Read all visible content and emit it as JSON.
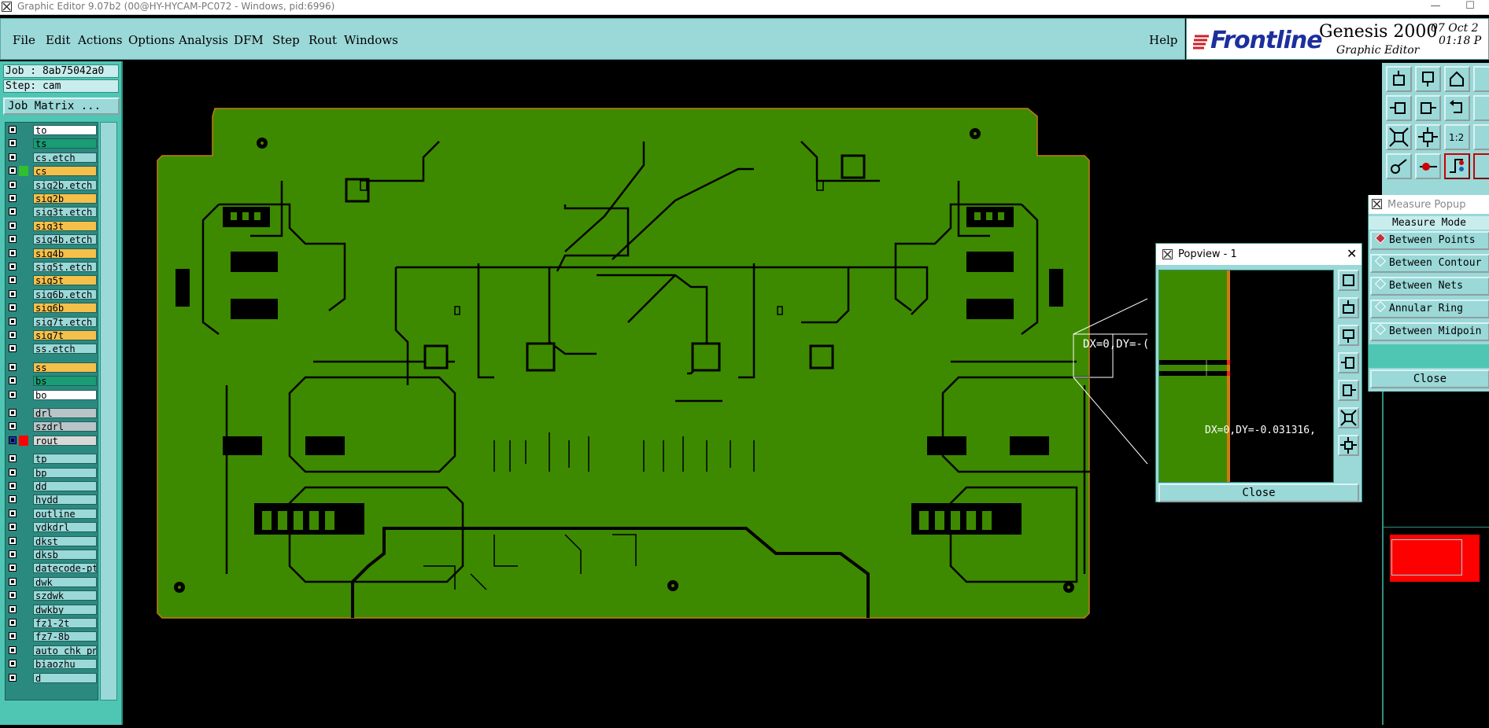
{
  "window": {
    "title": "Graphic Editor 9.07b2 (00@HY-HYCAM-PC072 - Windows, pid:6996)",
    "minimize": "—",
    "restore": "☐"
  },
  "menu": {
    "items": [
      "File",
      "Edit",
      "Actions",
      "Options",
      "Analysis",
      "DFM",
      "Step",
      "Rout",
      "Windows"
    ],
    "help": "Help"
  },
  "brand": {
    "logo": "Frontline",
    "product": "Genesis 2000",
    "subtitle": "Graphic Editor",
    "date": "07 Oct 2",
    "time": "01:18 P"
  },
  "left": {
    "job": "Job : 8ab75042a0",
    "step": "Step: cam",
    "job_matrix": "Job Matrix ..."
  },
  "layers": [
    {
      "name": "to",
      "color": "#ffffff",
      "state": "off"
    },
    {
      "name": "ts",
      "color": "#1a9c74",
      "state": "off"
    },
    {
      "name": "cs.etch",
      "color": "#9bd8d8",
      "state": "off"
    },
    {
      "name": "cs",
      "color": "#f5c04a",
      "state": "on",
      "swatch": "#2fbf2f"
    },
    {
      "name": "sig2b.etch",
      "color": "#9bd8d8",
      "state": "off"
    },
    {
      "name": "sig2b",
      "color": "#f5c04a",
      "state": "off"
    },
    {
      "name": "sig3t.etch",
      "color": "#9bd8d8",
      "state": "off"
    },
    {
      "name": "sig3t",
      "color": "#f5c04a",
      "state": "off"
    },
    {
      "name": "sig4b.etch",
      "color": "#9bd8d8",
      "state": "off"
    },
    {
      "name": "sig4b",
      "color": "#f5c04a",
      "state": "off"
    },
    {
      "name": "sig5t.etch",
      "color": "#9bd8d8",
      "state": "off"
    },
    {
      "name": "sig5t",
      "color": "#f5c04a",
      "state": "off"
    },
    {
      "name": "sig6b.etch",
      "color": "#9bd8d8",
      "state": "off"
    },
    {
      "name": "sig6b",
      "color": "#f5c04a",
      "state": "off"
    },
    {
      "name": "sig7t.etch",
      "color": "#9bd8d8",
      "state": "off"
    },
    {
      "name": "sig7t",
      "color": "#f5c04a",
      "state": "off"
    },
    {
      "name": "ss.etch",
      "color": "#9bd8d8",
      "state": "off"
    },
    {
      "name": "ss",
      "color": "#f5c04a",
      "state": "off",
      "gap": true
    },
    {
      "name": "bs",
      "color": "#1a9c74",
      "state": "off"
    },
    {
      "name": "bo",
      "color": "#ffffff",
      "state": "off"
    },
    {
      "name": "drl",
      "color": "#b8c4c8",
      "state": "off",
      "gap": true
    },
    {
      "name": "szdrl",
      "color": "#b8c4c8",
      "state": "off"
    },
    {
      "name": "rout",
      "color": "#d8d8d8",
      "state": "work",
      "swatch": "#ff0000"
    },
    {
      "name": "tp",
      "color": "#9bd8d8",
      "state": "off",
      "gap": true
    },
    {
      "name": "bp",
      "color": "#9bd8d8",
      "state": "off"
    },
    {
      "name": "dd",
      "color": "#9bd8d8",
      "state": "off"
    },
    {
      "name": "hydd",
      "color": "#9bd8d8",
      "state": "off"
    },
    {
      "name": "outline",
      "color": "#9bd8d8",
      "state": "off"
    },
    {
      "name": "ydkdrl",
      "color": "#9bd8d8",
      "state": "off"
    },
    {
      "name": "dkst",
      "color": "#9bd8d8",
      "state": "off"
    },
    {
      "name": "dksb",
      "color": "#9bd8d8",
      "state": "off"
    },
    {
      "name": "datecode-pt",
      "color": "#9bd8d8",
      "state": "off"
    },
    {
      "name": "dwk",
      "color": "#9bd8d8",
      "state": "off"
    },
    {
      "name": "szdwk",
      "color": "#9bd8d8",
      "state": "off"
    },
    {
      "name": "dwkby",
      "color": "#9bd8d8",
      "state": "off"
    },
    {
      "name": "fz1-2t",
      "color": "#9bd8d8",
      "state": "off"
    },
    {
      "name": "fz7-8b",
      "color": "#9bd8d8",
      "state": "off"
    },
    {
      "name": "auto_chk_pn",
      "color": "#9bd8d8",
      "state": "off"
    },
    {
      "name": "biaozhu",
      "color": "#9bd8d8",
      "state": "off"
    },
    {
      "name": "d",
      "color": "#9bd8d8",
      "state": "off"
    }
  ],
  "canvas": {
    "board_color": "#3d8a00",
    "measure_text": "DX=0,DY=-("
  },
  "popview": {
    "title": "Popview - 1",
    "measure_text": "DX=0,DY=-0.031316,",
    "close": "Close"
  },
  "measure": {
    "title": "Measure Popup",
    "header": "Measure Mode",
    "options": [
      "Between Points",
      "Between Contour",
      "Between Nets",
      "Annular Ring",
      "Between Midpoin"
    ],
    "selected": 0,
    "close": "Close"
  }
}
